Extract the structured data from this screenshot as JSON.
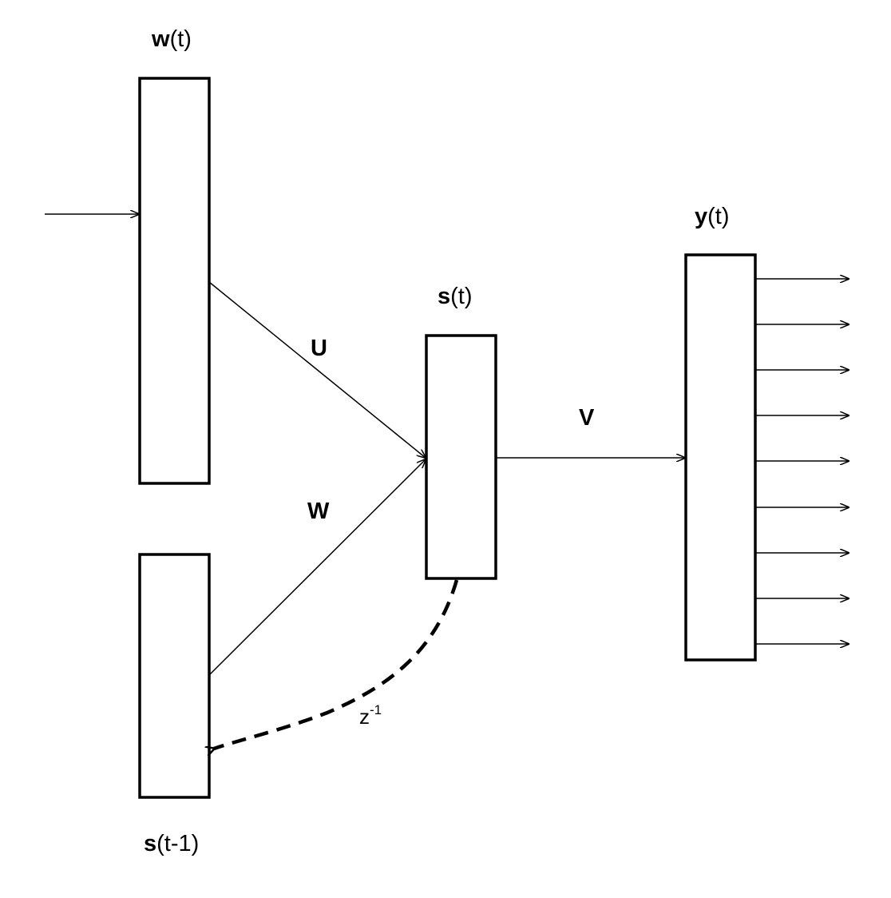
{
  "layers": {
    "input": {
      "bold": "w",
      "rest": "(t)"
    },
    "hidden": {
      "bold": "s",
      "rest": "(t)"
    },
    "context": {
      "bold": "s",
      "rest": "(t-1)"
    },
    "output": {
      "bold": "y",
      "rest": "(t)"
    }
  },
  "weights": {
    "input_to_hidden": "U",
    "context_to_hidden": "W",
    "hidden_to_output": "V"
  },
  "delay": {
    "base": "z",
    "exponent": "-1"
  },
  "colors": {
    "stroke": "#000000",
    "background": "#ffffff"
  }
}
